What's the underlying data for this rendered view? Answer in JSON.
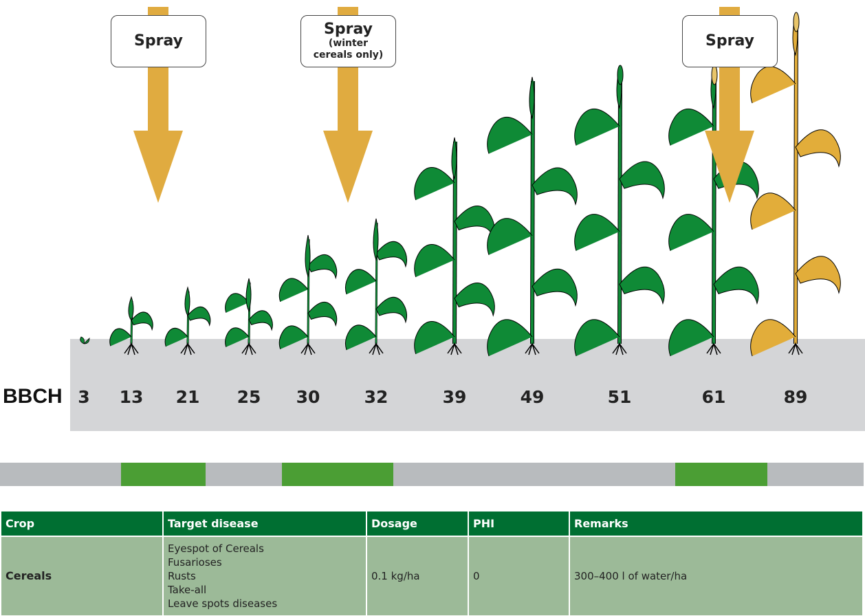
{
  "title_label": "BBCH",
  "stages": [
    "3",
    "13",
    "21",
    "25",
    "30",
    "32",
    "39",
    "49",
    "51",
    "61",
    "89"
  ],
  "spray_boxes": [
    {
      "title": "Spray",
      "subtitle": ""
    },
    {
      "title": "Spray",
      "subtitle": "(winter cereals only)"
    },
    {
      "title": "Spray",
      "subtitle": ""
    }
  ],
  "colors": {
    "arrow": "#e0ab40",
    "plant": "#0f8a36",
    "ripe": "#e2ad3a",
    "band": "#d4d5d7",
    "timeline": "#b8bbbe",
    "window": "#4b9e34",
    "header": "#006f32",
    "row": "#9cba98"
  },
  "table": {
    "headers": [
      "Crop",
      "Target disease",
      "Dosage",
      "PHI",
      "Remarks"
    ],
    "row": {
      "crop": "Cereals",
      "diseases": [
        "Eyespot of Cereals",
        "Fusarioses",
        "Rusts",
        "Take-all",
        "Leave spots diseases"
      ],
      "dosage": "0.1 kg/ha",
      "phi": "0",
      "remarks": "300–400 l of water/ha"
    }
  }
}
